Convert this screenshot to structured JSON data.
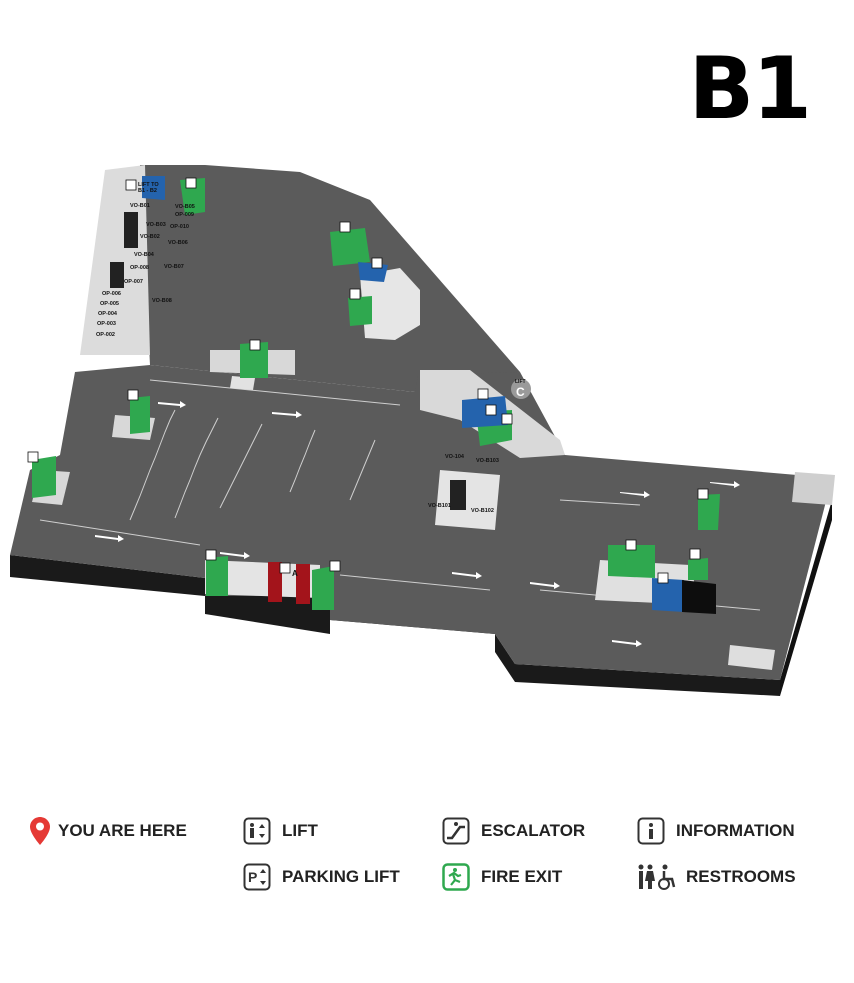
{
  "floor": {
    "title": "B1"
  },
  "map": {
    "labels": {
      "vo_b01": "VO-B01",
      "vo_b03": "VO-B03",
      "vo_b02": "VO-B02",
      "vo_b04": "VO-B04",
      "vo_b05": "VO-B05",
      "op_009": "OP-009",
      "op_010": "OP-010",
      "vo_b06": "VO-B06",
      "vo_b07": "VO-B07",
      "vo_b08": "VO-B08",
      "op_008": "OP-008",
      "op_007": "OP-007",
      "op_006": "OP-006",
      "op_005": "OP-005",
      "op_004": "OP-004",
      "op_003": "OP-003",
      "op_002": "OP-002",
      "lift_to": "LIFT TO",
      "lift_to_floors": "B1 - B2",
      "vo_104": "VO-104",
      "vo_b103": "VO-B103",
      "vo_b101": "VO-B101",
      "vo_b102": "VO-B102",
      "lift_c_word": "LIFT",
      "lift_c_letter": "C",
      "lift_a_letter": "A"
    },
    "colors": {
      "floor": "#5b5b5b",
      "edge": "#1a1a1a",
      "fire_exit": "#2fa84f",
      "lift": "#2463ad",
      "marker": "#e53935",
      "red_block": "#a3141b"
    }
  },
  "legend": {
    "you_are_here": "YOU ARE HERE",
    "lift": "LIFT",
    "escalator": "ESCALATOR",
    "information": "INFORMATION",
    "parking_lift": "PARKING LIFT",
    "fire_exit": "FIRE EXIT",
    "restrooms": "RESTROOMS"
  },
  "icons": [
    "location-pin-icon",
    "lift-icon",
    "escalator-icon",
    "information-icon",
    "parking-lift-icon",
    "fire-exit-icon",
    "restrooms-icon"
  ]
}
